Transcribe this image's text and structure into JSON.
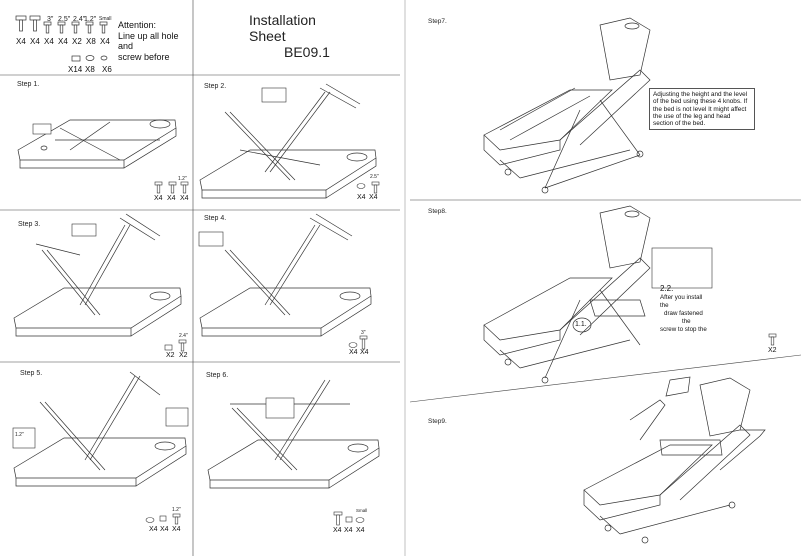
{
  "header": {
    "title_line1": "Installation",
    "title_line2": "Sheet",
    "model": "BE09.1",
    "attention_line1": "Attention:",
    "attention_line2": "Line up all hole",
    "attention_line3": "and",
    "attention_line4": "screw before"
  },
  "parts": {
    "sizes": [
      "3\"",
      "2.5\"",
      "2.4\"",
      "1.2\"",
      "Small"
    ],
    "row1_qty": [
      "X4",
      "X4",
      "X4",
      "X4",
      "X2",
      "X8",
      "X4"
    ],
    "row2_qty": [
      "X14",
      "X8",
      "X6"
    ]
  },
  "steps": {
    "step1": "Step 1.",
    "step2": "Step 2.",
    "step3": "Step 3.",
    "step4": "Step 4.",
    "step5": "Step 5.",
    "step6": "Step 6.",
    "step7": "Step7.",
    "step8": "Step8.",
    "step9": "Step9."
  },
  "step1_parts": {
    "size": "1.2\"",
    "qty": [
      "X4",
      "X4",
      "X4"
    ]
  },
  "step2_parts": {
    "size": "2.5\"",
    "qty": [
      "X4",
      "X4"
    ]
  },
  "step3_parts": {
    "size": "2.4\"",
    "qty": [
      "X2",
      "X2"
    ]
  },
  "step4_parts": {
    "size": "3\"",
    "qty": [
      "X4",
      "X4"
    ]
  },
  "step5_parts": {
    "size_small": "1.2\"",
    "size_label": "1.2\"",
    "qty": [
      "X4",
      "X4",
      "X4"
    ]
  },
  "step6_parts": {
    "size": "Small",
    "qty": [
      "X4",
      "X4",
      "X4"
    ]
  },
  "step7_note": "Adjusting the height and the level of the bed using these 4 knobs. If the bed is not level It might affect the use of the leg and head section of the bed.",
  "step8": {
    "callout_num": "2.2.",
    "callout_l1": "After you install",
    "callout_l2": "the",
    "callout_l3": "draw fastened",
    "callout_l4": "the",
    "callout_l5": "screw to stop the",
    "marker": "1.1.",
    "qty": "X2"
  }
}
